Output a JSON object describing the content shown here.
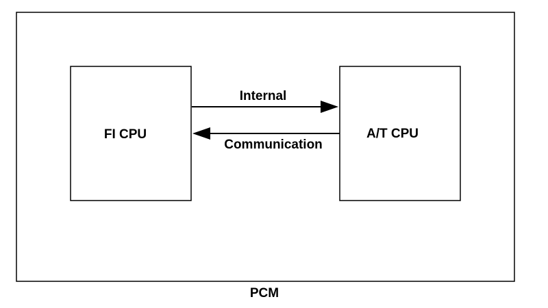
{
  "diagram": {
    "container_label": "PCM",
    "left_node_label": "FI CPU",
    "right_node_label": "A/T CPU",
    "top_arrow_label": "Internal",
    "bottom_arrow_label": "Communication"
  }
}
